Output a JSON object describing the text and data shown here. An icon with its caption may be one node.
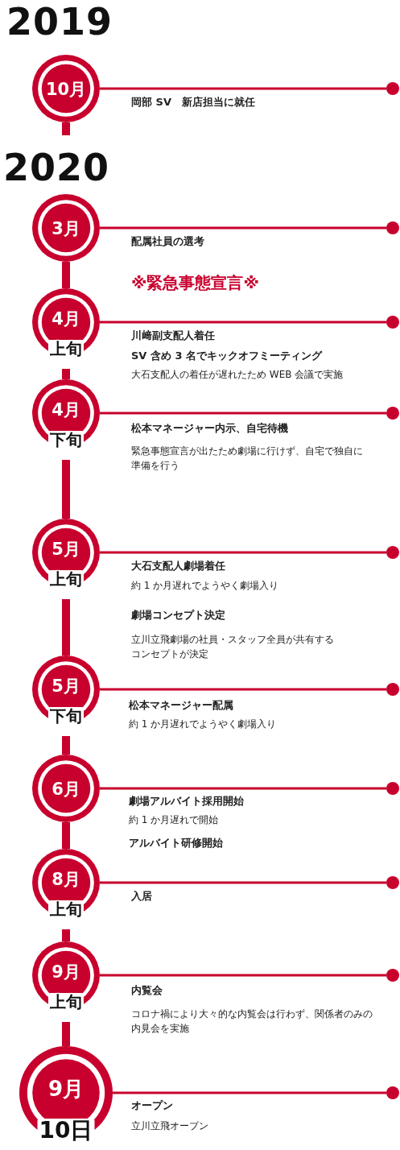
{
  "diagram": {
    "nodes": [
      {
        "text": [
          "10月"
        ]
      },
      {
        "text": [],
        "shape": "circle"
      },
      {
        "text": [
          "3月"
        ]
      },
      {
        "text": [],
        "shape": "circle"
      },
      {
        "text": [
          "4月",
          "上旬"
        ]
      },
      {
        "text": [],
        "shape": "circle"
      },
      {
        "text": [
          "4月",
          "下旬"
        ]
      },
      {
        "text": [],
        "shape": "circle"
      },
      {
        "text": [
          "5月",
          "上旬"
        ]
      },
      {
        "text": [],
        "shape": "circle"
      },
      {
        "text": [
          "5月",
          "下旬"
        ]
      },
      {
        "text": [],
        "shape": "circle"
      },
      {
        "text": [
          "6月"
        ]
      },
      {
        "text": [],
        "shape": "circle"
      },
      {
        "text": [
          "8月",
          "上旬"
        ]
      },
      {
        "text": [],
        "shape": "circle"
      },
      {
        "text": [
          "9月",
          "上旬"
        ]
      },
      {
        "text": [],
        "shape": "circle"
      },
      {
        "text": [
          "9月",
          "10日"
        ]
      },
      {
        "text": [],
        "shape": "circle"
      }
    ],
    "edges": [
      {
        "from": 0,
        "to": 1,
        "arrow": "none"
      },
      {
        "from": 0,
        "to": null,
        "arrow": "none",
        "style": "thick"
      },
      {
        "from": 2,
        "to": 3,
        "arrow": "none"
      },
      {
        "from": 2,
        "to": 4,
        "arrow": "none",
        "style": "thick"
      },
      {
        "from": 4,
        "to": 5,
        "arrow": "none"
      },
      {
        "from": 4,
        "to": 6,
        "arrow": "none",
        "style": "thick"
      },
      {
        "from": 6,
        "to": 7,
        "arrow": "none"
      },
      {
        "from": 6,
        "to": 8,
        "arrow": "none",
        "style": "thick"
      },
      {
        "from": 8,
        "to": 9,
        "arrow": "none"
      },
      {
        "from": 8,
        "to": 10,
        "arrow": "none",
        "style": "thick"
      },
      {
        "from": 10,
        "to": 11,
        "arrow": "none"
      },
      {
        "from": 10,
        "to": 12,
        "arrow": "none",
        "style": "thick"
      },
      {
        "from": 12,
        "to": 13,
        "arrow": "none"
      },
      {
        "from": 12,
        "to": 14,
        "arrow": "none",
        "style": "thick"
      },
      {
        "from": 14,
        "to": 15,
        "arrow": "none"
      },
      {
        "from": 14,
        "to": 16,
        "arrow": "none",
        "style": "thick"
      },
      {
        "from": 16,
        "to": 17,
        "arrow": "none"
      },
      {
        "from": 16,
        "to": 18,
        "arrow": "none",
        "style": "thick"
      },
      {
        "from": 18,
        "to": 19,
        "arrow": "none"
      }
    ],
    "labels": [
      "2019",
      "岡部 SV　新店担当に就任",
      "2020",
      "配属社員の選考",
      "※緊急事態宣言※",
      "川﨑副支配人着任",
      "SV 含め 3 名でキックオフミーティング",
      "大石支配人の着任が遅れたため WEB 会議で実施",
      "松本マネージャー内示、自宅待機",
      "緊急事態宣言が出たため劇場に行けず、自宅で独自に準備を行う",
      "大石支配人劇場着任",
      "約 1 か月遅れでようやく劇場入り",
      "劇場コンセプト決定",
      "立川立飛劇場の社員・スタッフ全員が共有するコンセプトが決定",
      "松本マネージャー配属",
      "約 1 か月遅れでようやく劇場入り",
      "劇場アルバイト採用開始",
      "約 1 か月遅れで開始",
      "アルバイト研修開始",
      "入居",
      "内覧会",
      "コロナ禍により大々的な内覧会は行わず、関係者のみの内見会を実施",
      "オープン",
      "立川立飛オープン"
    ]
  }
}
